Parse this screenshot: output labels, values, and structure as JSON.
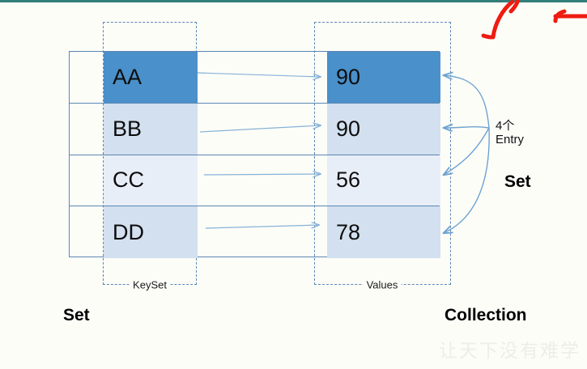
{
  "diagram": {
    "title": "Map KeySet / Values diagram",
    "background_color": "#fdfdf8",
    "top_rule_color": "#317e7a",
    "accent_dark": "#4a90ca",
    "accent_mid": "#d3e0ef",
    "accent_light": "#e8eef7",
    "border_color": "#5b86b3",
    "annotation_color": "#ee1c11"
  },
  "table": {
    "rows": [
      {
        "key": "AA",
        "value": "90",
        "key_shade": "dark",
        "value_shade": "dark"
      },
      {
        "key": "BB",
        "value": "90",
        "key_shade": "mid",
        "value_shade": "mid"
      },
      {
        "key": "CC",
        "value": "56",
        "key_shade": "light",
        "value_shade": "light"
      },
      {
        "key": "DD",
        "value": "78",
        "key_shade": "mid",
        "value_shade": "mid"
      }
    ]
  },
  "regions": {
    "keyset": {
      "label": "KeySet"
    },
    "values": {
      "label": "Values"
    }
  },
  "captions": {
    "left": "Set",
    "right": "Collection",
    "bracket": "Set"
  },
  "annotations": {
    "entry_count_line1": "4个",
    "entry_count_line2": "Entry"
  },
  "watermark": {
    "text": "让天下没有难学"
  }
}
